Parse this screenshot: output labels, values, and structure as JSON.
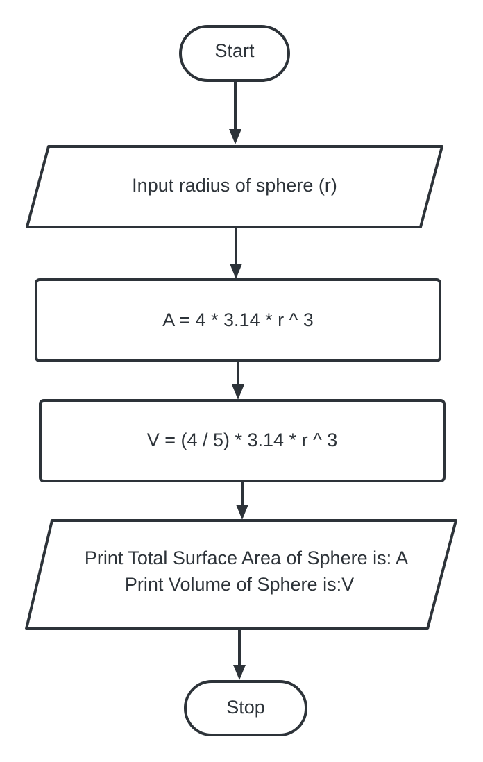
{
  "flowchart": {
    "nodes": [
      {
        "id": "start",
        "shape": "terminator",
        "lines": [
          "Start"
        ]
      },
      {
        "id": "input",
        "shape": "parallelogram",
        "lines": [
          "Input radius of sphere (r)"
        ]
      },
      {
        "id": "area",
        "shape": "process",
        "lines": [
          "A = 4 * 3.14 * r ^ 3"
        ]
      },
      {
        "id": "volume",
        "shape": "process",
        "lines": [
          "V = (4 / 5) * 3.14 * r ^ 3"
        ]
      },
      {
        "id": "output",
        "shape": "parallelogram",
        "lines": [
          "Print Total Surface Area of Sphere is: A",
          "Print Volume of Sphere is:V"
        ]
      },
      {
        "id": "stop",
        "shape": "terminator",
        "lines": [
          "Stop"
        ]
      }
    ],
    "edges": [
      {
        "from": "start",
        "to": "input"
      },
      {
        "from": "input",
        "to": "area"
      },
      {
        "from": "area",
        "to": "volume"
      },
      {
        "from": "volume",
        "to": "output"
      },
      {
        "from": "output",
        "to": "stop"
      }
    ]
  },
  "colors": {
    "stroke": "#2d3339",
    "text": "#2d3339",
    "fill": "#ffffff",
    "background": "#ffffff"
  }
}
